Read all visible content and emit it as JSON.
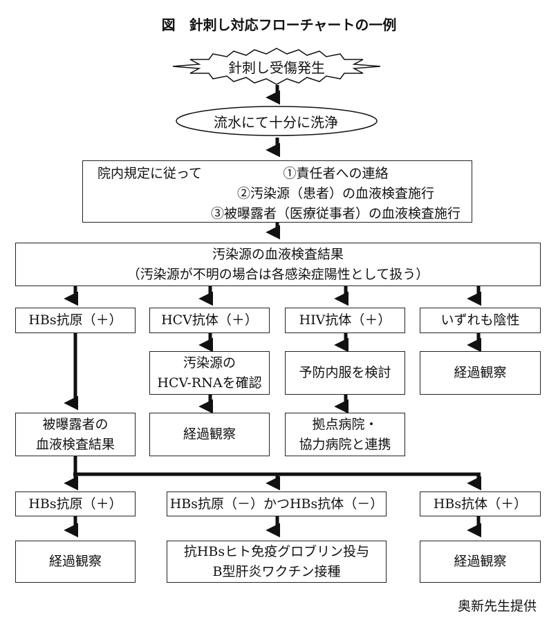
{
  "title": "図　針刺し対応フローチャートの一例",
  "start": "針刺し受傷発生",
  "wash": "流水にて十分に洗浄",
  "hospital": {
    "label": "院内規定に従って",
    "items": [
      "①責任者への連絡",
      "②汚染源（患者）の血液検査施行",
      "③被曝露者（医療従事者）の血液検査施行"
    ]
  },
  "source_result": {
    "line1": "汚染源の血液検査結果",
    "line2": "（汚染源が不明の場合は各感染症陽性として扱う）"
  },
  "branches": {
    "hbs": "HBs抗原（＋）",
    "hcv": "HCV抗体（＋）",
    "hiv": "HIV抗体（＋）",
    "neg": "いずれも陰性"
  },
  "hcv_confirm": [
    "汚染源の",
    "HCV-RNAを確認"
  ],
  "hiv_prophylaxis": "予防内服を検討",
  "neg_observe": "経過観察",
  "exposed_result": [
    "被曝露者の",
    "血液検査結果"
  ],
  "hcv_observe": "経過観察",
  "hiv_coop": [
    "拠点病院・",
    "協力病院と連携"
  ],
  "exposed_branches": {
    "antigen_pos": "HBs抗原（＋）",
    "both_neg": "HBs抗原（－）かつHBs抗体（－）",
    "antibody_pos": "HBs抗体（＋）"
  },
  "final": {
    "left": "経過観察",
    "center": [
      "抗HBsヒト免疫グロブリン投与",
      "B型肝炎ワクチン接種"
    ],
    "right": "経過観察"
  },
  "credit": "奥新先生提供"
}
